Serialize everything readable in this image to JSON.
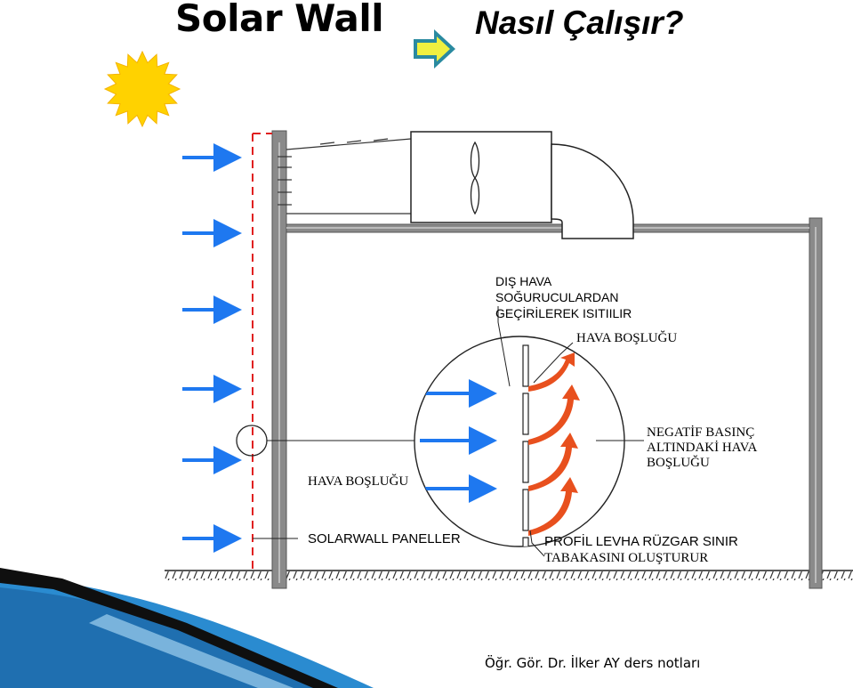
{
  "title": {
    "main": "Solar Wall",
    "subtitle": "Nasıl Çalışır?"
  },
  "labels": {
    "outside_air": [
      "DIŞ HAVA",
      "SOĞURUCULARDAN",
      "GEÇİRİLEREK ISITIILIR"
    ],
    "air_gap_top": "HAVA BOŞLUĞU",
    "negative_pressure": [
      "NEGATİF BASINÇ",
      "ALTINDAKİ HAVA",
      "BOŞLUĞU"
    ],
    "air_gap_left": "HAVA BOŞLUĞU",
    "solarwall_panels": "SOLARWALL PANELLER",
    "profile_sheet": [
      "PROFİL  LEVHA RÜZGAR SINIR",
      "TABAKASINI OLUŞTURUR"
    ]
  },
  "footer": "Öğr. Gör. Dr. İlker AY ders notları",
  "colors": {
    "sun": "#FFD200",
    "blue_arrow": "#1E78F0",
    "orange_arrow": "#E8501E",
    "panel_dash": "#E02020",
    "wall_gray": "#808080",
    "arrow_icon_fill": "#F0F040",
    "arrow_icon_stroke": "#2A8AA0"
  },
  "icons": [
    "sun-icon",
    "right-arrow-icon",
    "fan-icon"
  ]
}
